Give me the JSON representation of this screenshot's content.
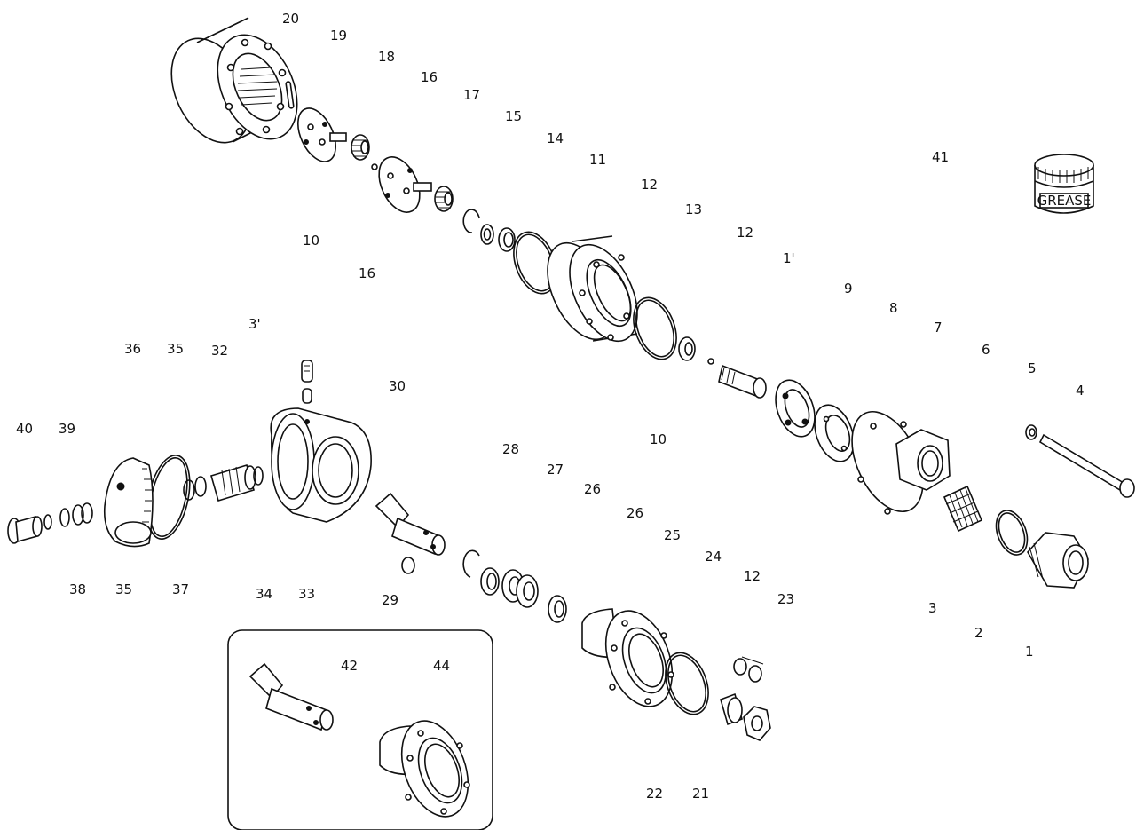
{
  "diagram": {
    "labels": [
      {
        "id": "n20",
        "text": "20"
      },
      {
        "id": "n19",
        "text": "19"
      },
      {
        "id": "n18",
        "text": "18"
      },
      {
        "id": "n16a",
        "text": "16"
      },
      {
        "id": "n17",
        "text": "17"
      },
      {
        "id": "n15",
        "text": "15"
      },
      {
        "id": "n14",
        "text": "14"
      },
      {
        "id": "n11a",
        "text": "11"
      },
      {
        "id": "n12a",
        "text": "12"
      },
      {
        "id": "n13",
        "text": "13"
      },
      {
        "id": "n12b",
        "text": "12"
      },
      {
        "id": "n11b",
        "text": "1'"
      },
      {
        "id": "n41",
        "text": "41"
      },
      {
        "id": "n10a",
        "text": "10"
      },
      {
        "id": "n16b",
        "text": "16"
      },
      {
        "id": "n9",
        "text": "9"
      },
      {
        "id": "n8",
        "text": "8"
      },
      {
        "id": "n7",
        "text": "7"
      },
      {
        "id": "n6",
        "text": "6"
      },
      {
        "id": "n5",
        "text": "5"
      },
      {
        "id": "n4",
        "text": "4"
      },
      {
        "id": "n31",
        "text": "3'"
      },
      {
        "id": "n36",
        "text": "36"
      },
      {
        "id": "n35a",
        "text": "35"
      },
      {
        "id": "n32",
        "text": "32"
      },
      {
        "id": "n30",
        "text": "30"
      },
      {
        "id": "n40",
        "text": "40"
      },
      {
        "id": "n39",
        "text": "39"
      },
      {
        "id": "n10b",
        "text": "10"
      },
      {
        "id": "n28",
        "text": "28"
      },
      {
        "id": "n27",
        "text": "27"
      },
      {
        "id": "n26a",
        "text": "26"
      },
      {
        "id": "n26b",
        "text": "26"
      },
      {
        "id": "n25",
        "text": "25"
      },
      {
        "id": "n24",
        "text": "24"
      },
      {
        "id": "n12c",
        "text": "12"
      },
      {
        "id": "n23",
        "text": "23"
      },
      {
        "id": "n3",
        "text": "3"
      },
      {
        "id": "n2",
        "text": "2"
      },
      {
        "id": "n1",
        "text": "1"
      },
      {
        "id": "n38",
        "text": "38"
      },
      {
        "id": "n35b",
        "text": "35"
      },
      {
        "id": "n37",
        "text": "37"
      },
      {
        "id": "n34",
        "text": "34"
      },
      {
        "id": "n33",
        "text": "33"
      },
      {
        "id": "n29",
        "text": "29"
      },
      {
        "id": "n42",
        "text": "42"
      },
      {
        "id": "n44",
        "text": "44"
      },
      {
        "id": "n22",
        "text": "22"
      },
      {
        "id": "n21",
        "text": "21"
      }
    ],
    "grease_can": {
      "label": "GREASE"
    }
  }
}
